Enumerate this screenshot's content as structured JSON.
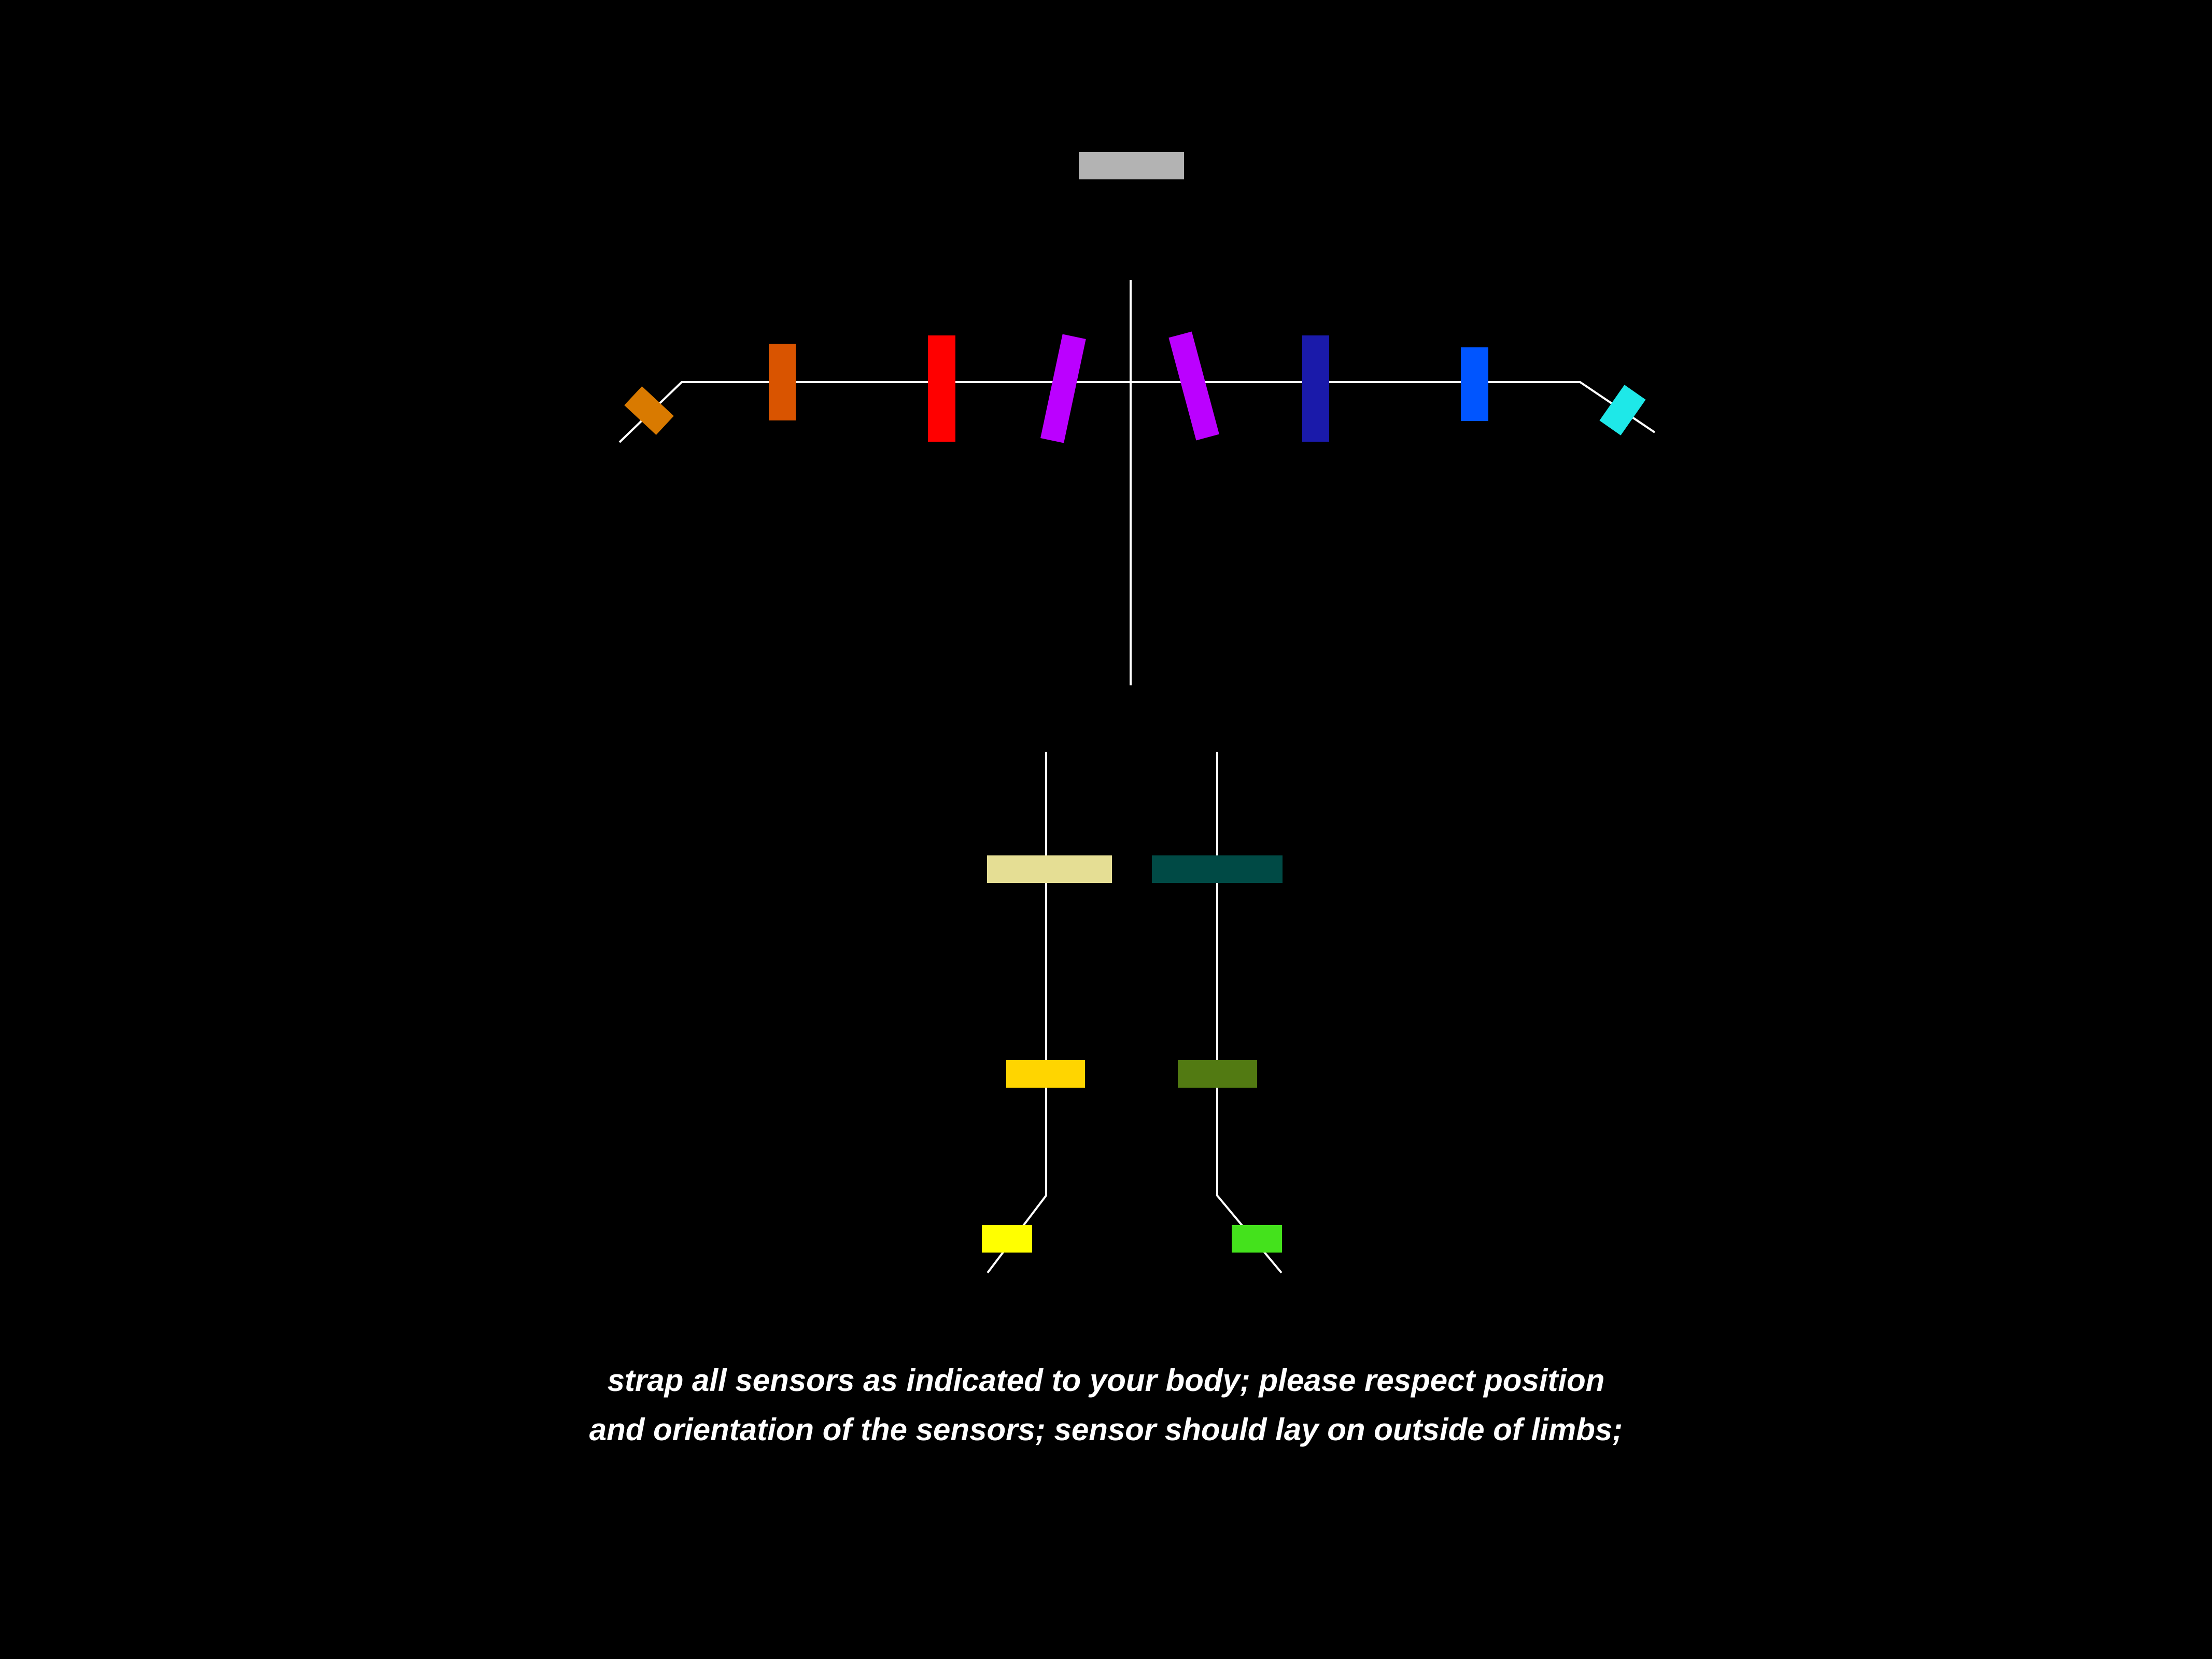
{
  "background_color": "#000000",
  "line_color": "#ffffff",
  "instructions": {
    "line1": "strap all sensors as indicated to your body; please respect position",
    "line2": "and orientation of the sensors; sensor should lay on outside of limbs;"
  },
  "sensors": [
    {
      "name": "sensor-head",
      "color": "#b3b3b3"
    },
    {
      "name": "sensor-left-hand",
      "color": "#d97a00"
    },
    {
      "name": "sensor-left-forearm",
      "color": "#d95400"
    },
    {
      "name": "sensor-left-upper-arm",
      "color": "#ff0000"
    },
    {
      "name": "sensor-left-shoulder",
      "color": "#bb00ff"
    },
    {
      "name": "sensor-right-shoulder",
      "color": "#bb00ff"
    },
    {
      "name": "sensor-right-upper-arm",
      "color": "#1a1aaa"
    },
    {
      "name": "sensor-right-forearm",
      "color": "#0055ff"
    },
    {
      "name": "sensor-right-hand",
      "color": "#1ee8e8"
    },
    {
      "name": "sensor-left-thigh",
      "color": "#e5de94"
    },
    {
      "name": "sensor-right-thigh",
      "color": "#004a45"
    },
    {
      "name": "sensor-left-shin",
      "color": "#ffd500"
    },
    {
      "name": "sensor-right-shin",
      "color": "#527a12"
    },
    {
      "name": "sensor-left-foot",
      "color": "#ffff00"
    },
    {
      "name": "sensor-right-foot",
      "color": "#44e21c"
    }
  ]
}
